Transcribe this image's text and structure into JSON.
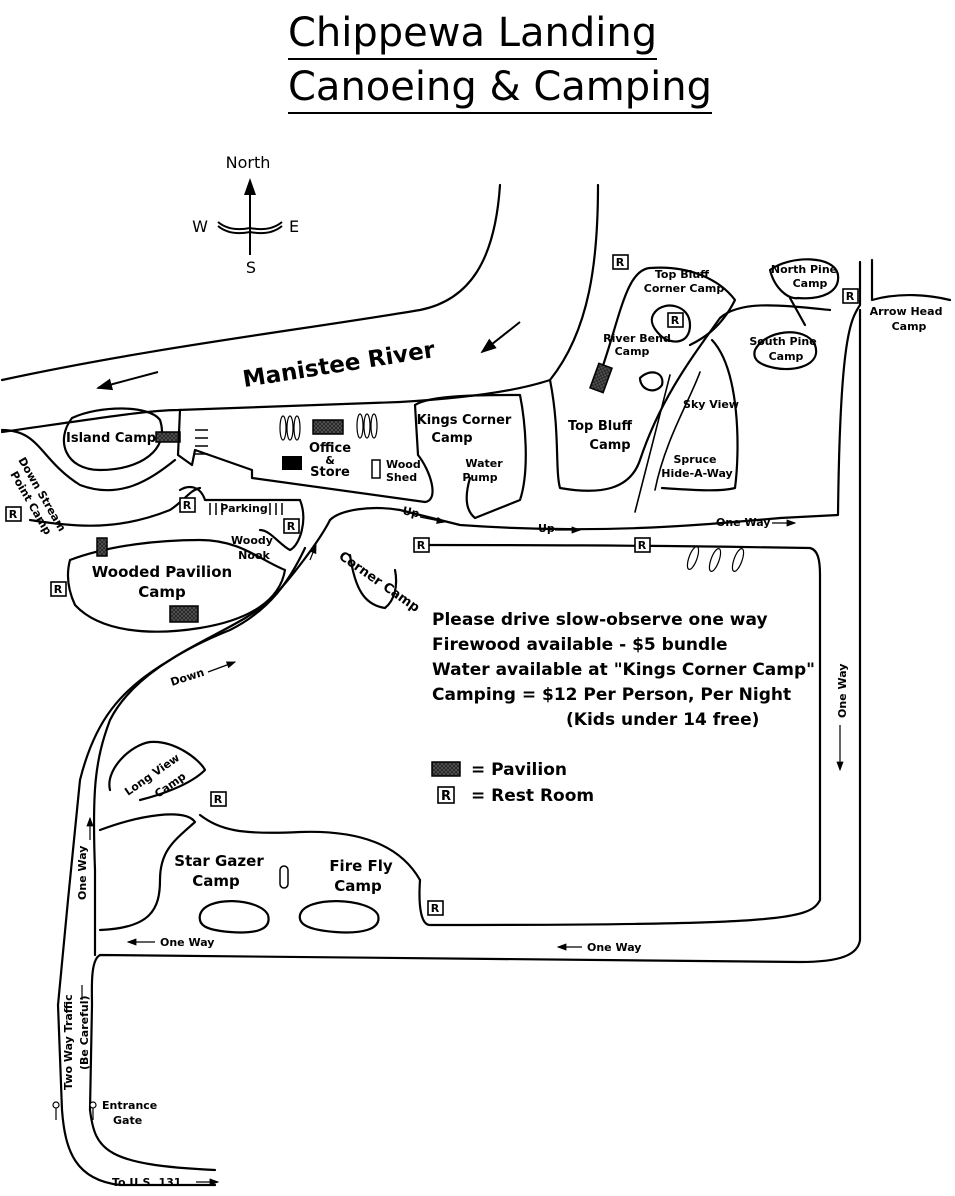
{
  "title": {
    "line1": "Chippewa Landing",
    "line2": "Canoeing & Camping"
  },
  "compass": {
    "north": "North",
    "south": "S",
    "east": "E",
    "west": "W"
  },
  "river": {
    "name": "Manistee River"
  },
  "camps": {
    "island": "Island Camp",
    "down_stream_point_1": "Down Stream",
    "down_stream_point_2": "Point Camp",
    "wooded_pavilion_1": "Wooded Pavilion",
    "wooded_pavilion_2": "Camp",
    "woody_nook_1": "Woody",
    "woody_nook_2": "Nook",
    "corner": "Corner Camp",
    "kings_corner_1": "Kings Corner",
    "kings_corner_2": "Camp",
    "top_bluff_1": "Top Bluff",
    "top_bluff_2": "Camp",
    "top_bluff_corner_1": "Top Bluff",
    "top_bluff_corner_2": "Corner Camp",
    "river_bend_1": "River Bend",
    "river_bend_2": "Camp",
    "sky_view": "Sky View",
    "spruce_1": "Spruce",
    "spruce_2": "Hide-A-Way",
    "north_pine_1": "North Pine",
    "north_pine_2": "Camp",
    "south_pine_1": "South Pine",
    "south_pine_2": "Camp",
    "arrow_head_1": "Arrow Head",
    "arrow_head_2": "Camp",
    "long_view_1": "Long View",
    "long_view_2": "Camp",
    "star_gazer_1": "Star Gazer",
    "star_gazer_2": "Camp",
    "fire_fly_1": "Fire Fly",
    "fire_fly_2": "Camp"
  },
  "facilities": {
    "office_1": "Office",
    "office_2": "&",
    "office_3": "Store",
    "wood_shed_1": "Wood",
    "wood_shed_2": "Shed",
    "water_pump_1": "Water",
    "water_pump_2": "Pump",
    "parking": "Parking",
    "entrance_1": "Entrance",
    "entrance_2": "Gate",
    "rest_room_marker": "R"
  },
  "road_labels": {
    "up": "Up",
    "down": "Down",
    "one_way": "One Way",
    "two_way_1": "Two Way Traffic",
    "two_way_2": "(Be Careful)",
    "to_us131": "To U.S. 131"
  },
  "info": {
    "line1": "Please drive slow-observe one way",
    "line2": "Firewood available - $5 bundle",
    "line3": "Water available at \"Kings Corner Camp\"",
    "line4": "Camping = $12 Per Person, Per Night",
    "line5": "(Kids under 14 free)"
  },
  "legend": {
    "pavilion": "= Pavilion",
    "rest_room": "= Rest Room"
  }
}
